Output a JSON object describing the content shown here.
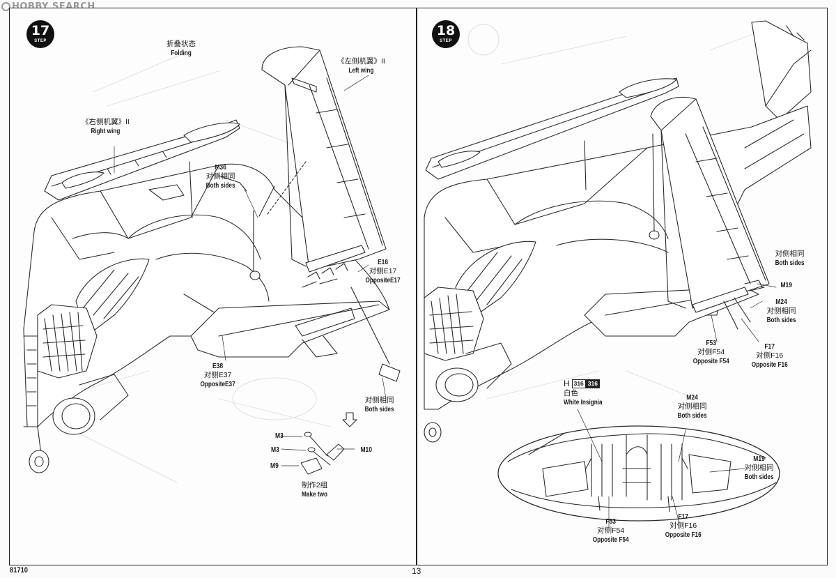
{
  "watermark": "HOBBY SEARCH",
  "footer": {
    "model_number": "81710",
    "page_number": "13"
  },
  "step17": {
    "number": "17",
    "step_label": "STEP",
    "folding": {
      "cn": "折叠状态",
      "en": "Folding"
    },
    "left_wing": {
      "cn": "《左侧机翼》II",
      "en": "Left wing"
    },
    "right_wing": {
      "cn": "《右侧机翼》II",
      "en": "Right wing"
    },
    "m36": {
      "code": "M36",
      "cn": "对侧相同",
      "en": "Both sides"
    },
    "e16": {
      "code": "E16",
      "cn": "对侧E17",
      "en": "OppositeE17"
    },
    "e38": {
      "code": "E38",
      "cn": "对侧E37",
      "en": "OppositeE37"
    },
    "both_sides_lower": {
      "cn": "对侧相同",
      "en": "Both sides"
    },
    "parts": {
      "m3a": "M3",
      "m3b": "M3",
      "m9": "M9",
      "m10": "M10"
    },
    "make_two": {
      "cn": "制作2组",
      "en": "Make two"
    }
  },
  "step18": {
    "number": "18",
    "step_label": "STEP",
    "both_sides_top": {
      "cn": "对侧相同",
      "en": "Both sides"
    },
    "m19_top": "M19",
    "m24_top": {
      "code": "M24",
      "cn": "对侧相同",
      "en": "Both sides"
    },
    "f53_top": {
      "code": "F53",
      "cn": "对侧F54",
      "en": "Opposite F54"
    },
    "f17_top": {
      "code": "F17",
      "cn": "对侧F16",
      "en": "Opposite F16"
    },
    "paint": {
      "letter": "H",
      "code1": "316",
      "code2": "316",
      "cn": "白色",
      "en": "White Insignia"
    },
    "m24_detail": {
      "code": "M24",
      "cn": "对侧相同",
      "en": "Both sides"
    },
    "m19_detail": {
      "code": "M19",
      "cn": "对侧相同",
      "en": "Both sides"
    },
    "f53_detail": {
      "code": "F53",
      "cn": "对侧F54",
      "en": "Opposite F54"
    },
    "f17_detail": {
      "code": "F17",
      "cn": "对侧F16",
      "en": "Opposite F16"
    }
  }
}
